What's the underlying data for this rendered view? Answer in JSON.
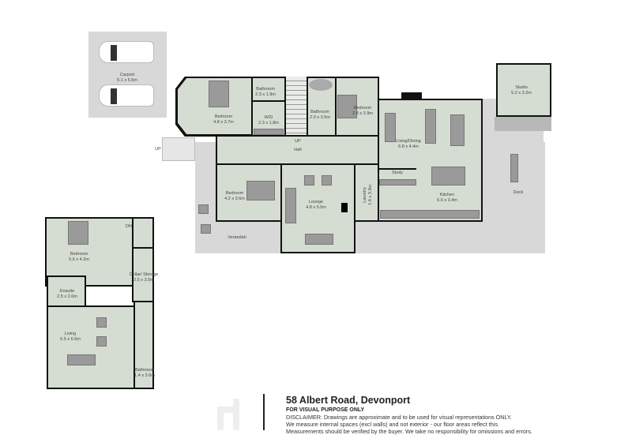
{
  "rooms": {
    "carport": {
      "name": "Carport",
      "size": "5.1 x 5.5m"
    },
    "bedroom_upper_left": {
      "name": "Bedroom",
      "size": "4.8 x 3.7m"
    },
    "bathroom_1": {
      "name": "Bathroom",
      "size": "2.3 x 1.9m"
    },
    "wd": {
      "name": "W/D",
      "size": "2.3 x 1.8m"
    },
    "bathroom_2": {
      "name": "Bathroom",
      "size": "2.0 x 3.5m"
    },
    "bedroom_upper_right": {
      "name": "Bedroom",
      "size": "2.8 x 3.9m"
    },
    "hall": {
      "name": "Hall"
    },
    "living_dining": {
      "name": "Living/Dining",
      "size": "6.8 x 4.4m"
    },
    "study": {
      "name": "Study"
    },
    "kitchen": {
      "name": "Kitchen",
      "size": "6.6 x 3.4m"
    },
    "deck": {
      "name": "Deck"
    },
    "studio": {
      "name": "Studio",
      "size": "5.2 x 3.2m"
    },
    "bedroom_mid": {
      "name": "Bedroom",
      "size": "4.2 x 3.6m"
    },
    "lounge": {
      "name": "Lounge",
      "size": "4.8 x 5.5m"
    },
    "laundry": {
      "name": "Laundry",
      "size": "1.6 x 3.3m"
    },
    "verandah": {
      "name": "Verandah"
    },
    "bedroom_lower": {
      "name": "Bedroom",
      "size": "5.6 x 4.2m"
    },
    "ensuite": {
      "name": "Ensuite",
      "size": "2.5 x 2.0m"
    },
    "living_lower": {
      "name": "Living",
      "size": "5.5 x 6.6m"
    },
    "cellar": {
      "name": "Cellar/ Storage",
      "size": "2.5 x 3.5m"
    },
    "bathroom_lower": {
      "name": "Bathroom",
      "size": "1.4 x 3.6m"
    }
  },
  "stairs": {
    "up_outside": "UP",
    "up_hall": "UP",
    "down_lower": "DN"
  },
  "title_block": {
    "address": "58 Albert Road, Devonport",
    "subtitle": "FOR VISUAL PURPOSE ONLY",
    "disclaimer": [
      "DISCLAIMER:  Drawings are approximate and to be used for visual representations ONLY.",
      "We measure internal spaces (excl walls) and not exterior - our floor areas reflect this.",
      "Measurements should be verified by the buyer. We take no responsibility for omissions and errors."
    ]
  },
  "colors": {
    "room_fill": "#d5ddd2",
    "outdoor_fill": "#d8d8d8",
    "wall": "#111111"
  }
}
